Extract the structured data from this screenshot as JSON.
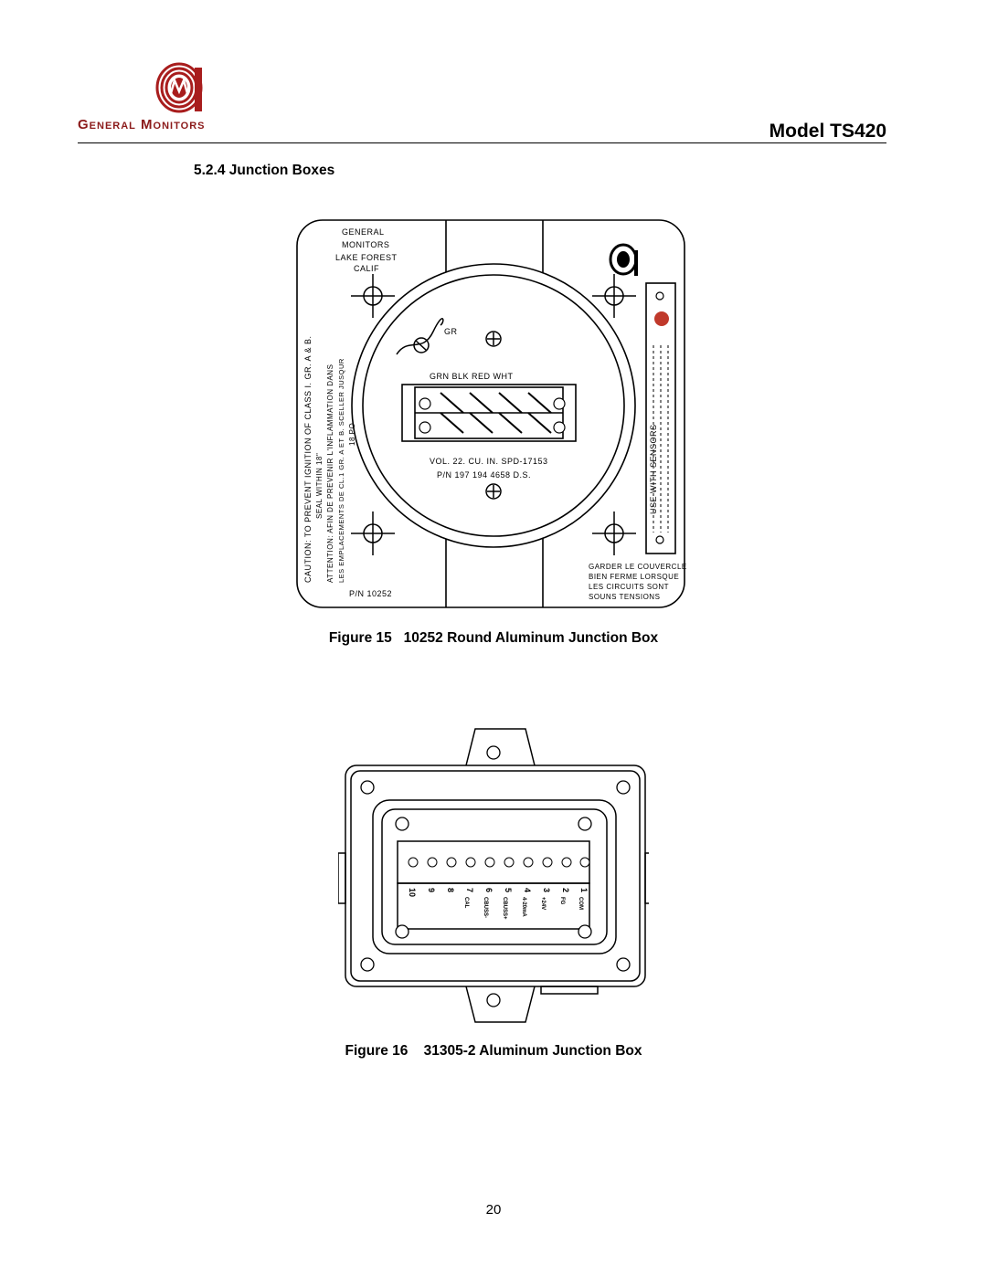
{
  "header": {
    "brand": "General Monitors",
    "model": "Model TS420"
  },
  "section_title": "5.2.4 Junction Boxes",
  "figure15": {
    "caption": "Figure 15   10252 Round Aluminum Junction Box",
    "maker": [
      "GENERAL",
      "MONITORS",
      "LAKE FOREST",
      "CALIF"
    ],
    "ground_label": "GR",
    "wire_colors": "GRN  BLK  RED  WHT",
    "volume": "VOL. 22. CU. IN. SPD-17153",
    "part_line": "P/N 197 194 4658 D.S.",
    "pn": "P/N 10252",
    "caution": [
      "CAUTION: TO PREVENT IGNITION OF CLASS I. GR. A & B.",
      "SEAL WITHIN 18\""
    ],
    "attention": [
      "ATTENTION: AFIN DE PREVENIR L'INFLAMMATION DANS",
      "LES EMPLACEMENTS DE CL.1 GR. A ET B. SCELLER JUSQUR",
      "18 PO"
    ],
    "use_with": "USE WITH SENSORS",
    "cover_note": [
      "GARDER LE COUVERCLE",
      "BIEN FERME LORSQUE",
      "LES CIRCUITS SONT",
      "SOUNS TENSIONS"
    ]
  },
  "figure16": {
    "caption": "Figure 16    31305-2 Aluminum Junction Box",
    "terminal_numbers": [
      "10",
      "9",
      "8",
      "7",
      "6",
      "5",
      "4",
      "3",
      "2",
      "1"
    ],
    "terminal_labels": [
      "",
      "",
      "",
      "CAL",
      "CBUSS-",
      "CBUSS+",
      "4-20mA",
      "+24V",
      "FG",
      "COM"
    ]
  },
  "page_number": "20"
}
